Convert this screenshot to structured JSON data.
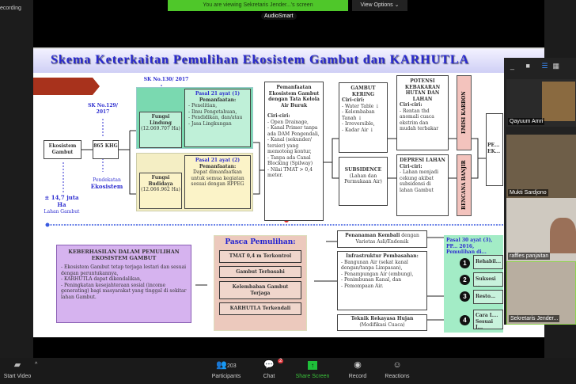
{
  "zoom": {
    "recording": "ecording",
    "banner": "You are viewing Sekretaris Jender...'s screen",
    "audio_badge": "AudioSmart",
    "view_options": "View Options ⌄",
    "toolbar": {
      "start_video": "Start Video",
      "participants": "Participants",
      "participant_count": "203",
      "chat": "Chat",
      "chat_badge": "2",
      "share_screen": "Share Screen",
      "record": "Record",
      "reactions": "Reactions"
    },
    "gallery": [
      {
        "name": "Qayuum Amri"
      },
      {
        "name": "Mukti Sardjono"
      },
      {
        "name": "raffles panjaitan"
      },
      {
        "name": "Sekretaris Jender..."
      }
    ]
  },
  "slide": {
    "title": "Skema Keterkaitan Pemulihan Ekosistem Gambut dan KARHUTLA",
    "sk130": "SK No.130/ 2017",
    "sk129": "SK No.129/ 2017",
    "ekosistem": "Ekosistem Gambut",
    "khg": "865 KHG",
    "pendekatan": "Pendekatan",
    "pendekatan_b": "Ekosistem",
    "luas": "± 14,7 juta Ha",
    "luas_sub": "Lahan Gambut",
    "lindung": {
      "title": "Fungsi Lindung",
      "area": "(12.069.707 Ha)"
    },
    "pasal1": {
      "title": "Pasal 21 ayat (1)",
      "sub": "Pemanfaatan:",
      "items": [
        "Penelitian,",
        "Ilmu Pengetahuan,",
        "Pendidikan, dan/atau",
        "Jasa Lingkungan"
      ]
    },
    "budidaya": {
      "title": "Fungsi Budidaya",
      "area": "(12.066.962 Ha)"
    },
    "pasal2": {
      "title": "Pasal 21 ayat (2)",
      "sub": "Pemanfaatan:",
      "text": "Dapat dimanfaatkan untuk semua kegiatan sesuai dengan RPPEG"
    },
    "buruk": {
      "title": "Pemanfaatan Ekosistem Gambut dengan Tata Kelola Air Buruk",
      "ciri": "Ciri-ciri:",
      "items": [
        "Open Drainage,",
        "Kanal Primer tanpa ada DAM Pengendali,",
        "Kanal (sekunder/ tersier) yang memotong kontur,",
        "Tanpa ada Canal Blocking (Spilway)",
        "Nilai TMAT > 0,4 meter."
      ]
    },
    "kering": {
      "title": "GAMBUT KERING",
      "ciri": "Ciri-ciri:",
      "items": [
        "Water Table ↓",
        "Kelembaban Tanah ↓",
        "Irreversible,",
        "Kadar Air ↓"
      ]
    },
    "subsidence": {
      "title": "SUBSIDENCE",
      "text": "(Lahan dan Permukaan Air)"
    },
    "potensi": {
      "title": "POTENSI KEBAKARAN HUTAN DAN LAHAN",
      "ciri": "Ciri-ciri:",
      "items": [
        "Rentan thd anomali cuaca ekstrim dan mudah terbakar"
      ]
    },
    "depresi": {
      "title": "DEPRESI LAHAN",
      "ciri": "Ciri-ciri:",
      "items": [
        "Lahan menjadi cekung akibat subsidensi di lahan Gambut"
      ]
    },
    "emisi": "EMISI KARBON",
    "banjir": "BENCANA BANJIR",
    "partial": "PE... EK...",
    "keberhasilan": {
      "title": "KEBERHASILAN DALAM PEMULIHAN EKOSISTEM GAMBUT",
      "items": [
        "Ekosistem Gambut tetap terjaga lestari dan sesuai dengan peruntukannya,",
        "KARHUTLA dapat dikendalikan,",
        "Peningkatan kesejahteraan sosial (income generating) bagi masyarakat yang tinggal di sekitar lahan Gambut."
      ]
    },
    "pasca": {
      "title": "Pasca Pemulihan:",
      "items": [
        "TMAT 0,4 m Terkontrol",
        "Gambut Terbasahi",
        "Kelembaban Gambut Terjaga",
        "KARHUTLA Terkendali"
      ]
    },
    "penanaman": {
      "bold": "Penanaman Kembali",
      "rest": " dengan Varietas Asli/Endemik"
    },
    "infra": {
      "title": "Infrastruktur Pembasahan:",
      "items": [
        "Bangunan Air (sekat kanal dengan/tanpa Limpasan),",
        "Penampungan Air (embung),",
        "Penimbunan Kanal, dan",
        "Pemompaan Air."
      ]
    },
    "teknik": {
      "title": "Teknik Rekayasa Hujan",
      "sub": "(Modifikasi Cuaca)"
    },
    "pasal30": {
      "title": "Pasal 30 ayat (3), PP... 2016, Pemulihan di...",
      "numbers": [
        "1",
        "2",
        "3",
        "4"
      ],
      "items": [
        "Rehabil...",
        "Suksesi ...",
        "Resto...",
        "Cara L... Sesuai I..."
      ]
    }
  }
}
